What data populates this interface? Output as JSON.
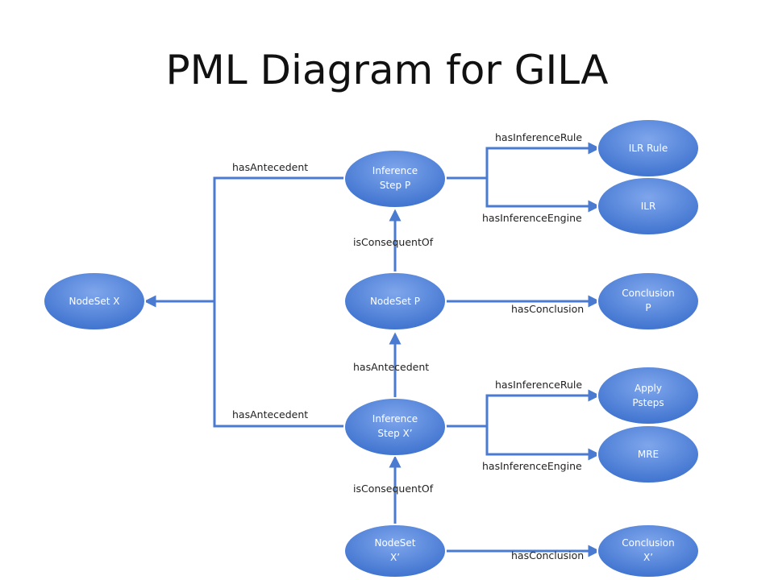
{
  "title": "PML Diagram for GILA",
  "colors": {
    "node_fill": "#4f81d6",
    "node_fill_light": "#6f9ae6",
    "edge": "#4a7bd1"
  },
  "nodes": {
    "nodeset_x": {
      "lines": [
        "NodeSet X"
      ]
    },
    "inference_p": {
      "lines": [
        "Inference",
        "Step P"
      ]
    },
    "nodeset_p": {
      "lines": [
        "NodeSet P"
      ]
    },
    "inference_x2": {
      "lines": [
        "Inference",
        "Step X’"
      ]
    },
    "nodeset_x2": {
      "lines": [
        "NodeSet",
        "X’"
      ]
    },
    "ilr_rule": {
      "lines": [
        "ILR Rule"
      ]
    },
    "ilr": {
      "lines": [
        "ILR"
      ]
    },
    "conclusion_p": {
      "lines": [
        "Conclusion",
        "P"
      ]
    },
    "apply_psteps": {
      "lines": [
        "Apply",
        "Psteps"
      ]
    },
    "mre": {
      "lines": [
        "MRE"
      ]
    },
    "conclusion_x2": {
      "lines": [
        "Conclusion",
        "X’"
      ]
    }
  },
  "edges": {
    "has_antecedent_top": "hasAntecedent",
    "has_antecedent_bottom": "hasAntecedent",
    "has_antecedent_mid": "hasAntecedent",
    "is_consequent_of_p": "isConsequentOf",
    "is_consequent_of_x2": "isConsequentOf",
    "has_inference_rule_p": "hasInferenceRule",
    "has_inference_engine_p": "hasInferenceEngine",
    "has_conclusion_p": "hasConclusion",
    "has_inference_rule_x2": "hasInferenceRule",
    "has_inference_engine_x2": "hasInferenceEngine",
    "has_conclusion_x2": "hasConclusion"
  }
}
